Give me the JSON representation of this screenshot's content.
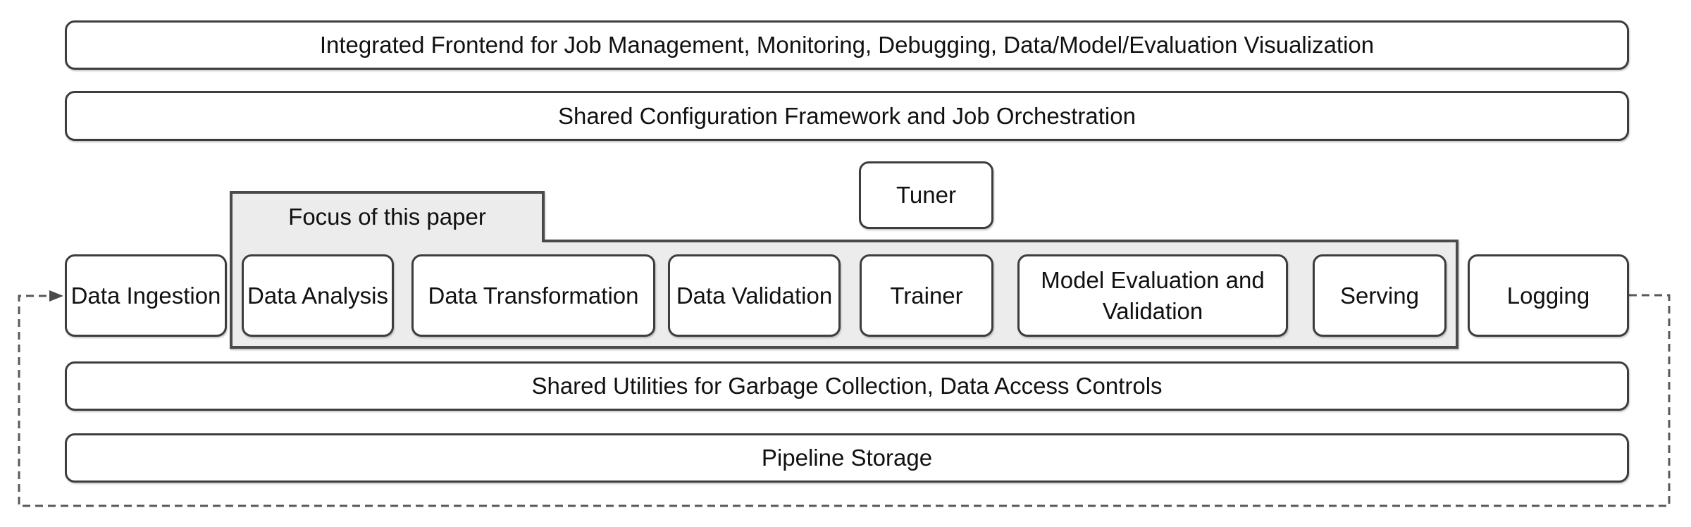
{
  "bars": {
    "frontend": "Integrated Frontend for Job Management, Monitoring, Debugging, Data/Model/Evaluation Visualization",
    "orchestration": "Shared Configuration Framework and Job Orchestration",
    "shared_utilities": "Shared Utilities for Garbage Collection, Data Access Controls",
    "pipeline_storage": "Pipeline Storage"
  },
  "focus_group": {
    "label": "Focus of this paper"
  },
  "components": {
    "tuner": "Tuner",
    "data_ingestion": "Data Ingestion",
    "data_analysis": "Data Analysis",
    "data_transformation": "Data Transformation",
    "data_validation": "Data Validation",
    "trainer": "Trainer",
    "model_evaluation": "Model Evaluation and Validation",
    "serving": "Serving",
    "logging": "Logging"
  },
  "colors": {
    "box_fill": "#ffffff",
    "box_border": "#3d3d3d",
    "focus_fill": "#ececec",
    "focus_border": "#4a4a4a",
    "dashed_line": "#595959",
    "text": "#111111"
  }
}
